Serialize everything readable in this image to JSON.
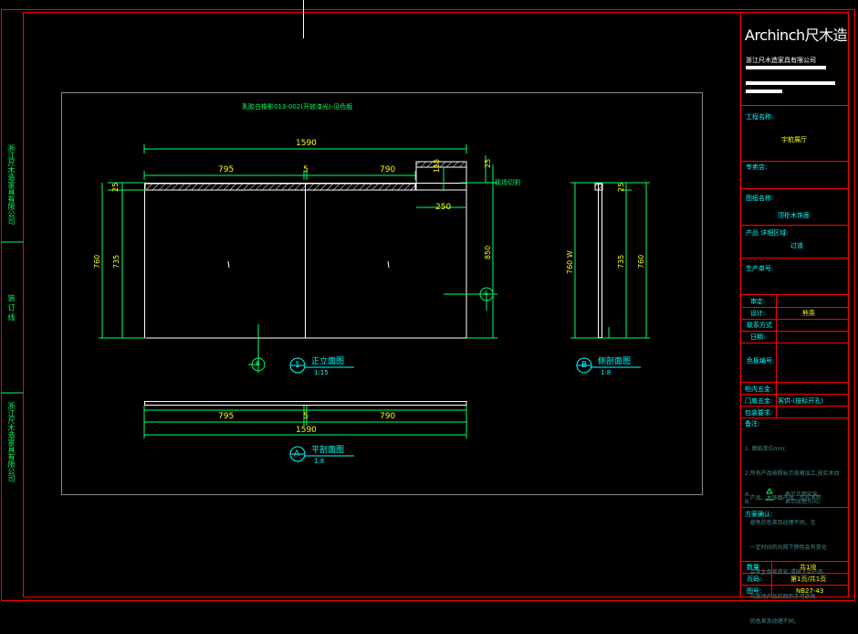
{
  "colors": {
    "background": "#000000",
    "frame": "#ff0000",
    "dimension": "#00ff66",
    "text_cyan": "#00ffff",
    "text_yellow": "#ffff00",
    "geometry": "#ffffff"
  },
  "title_block": {
    "brand": "Archinch尺木造",
    "company": "浙江尺木造家具有限公司",
    "project_name_label": "工程名称:",
    "project_name_value": "宇航展厅",
    "client_label": "专卖店:",
    "drawing_name_label": "图纸名称:",
    "drawing_name_value": "顶柜木饰面",
    "product_area_label": "产品 详细区域:",
    "product_area_value": "过道",
    "order_no_label": "生产单号:",
    "review_label": "审定:",
    "design_label": "设计:",
    "design_value": "熊英",
    "contact_label": "联系方式",
    "date_label": "日期:",
    "color_label": "色板编号:",
    "hardware_in_label": "柜内五金:",
    "door_hardware_label": "门扇五金:",
    "door_hardware_value": "客供-(按标开孔)",
    "packing_label": "包装要求:",
    "notes_label": "备注:",
    "notes": [
      "1. 图纸单位mm;",
      "2.所有产品按照标示规格加工,按实木纹",
      "   产品、木饰面产品、存在不可",
      "   避免的色差及纹理不同。在",
      "   一定时间的光照下颜色会有变化",
      "   会发生色差变化,请按下单产品",
      "   与现场产品的颜色不可避免",
      "   的色差及纹理不同。"
    ],
    "legend_a": "A.",
    "legend_a_text": "表示正面安装。",
    "legend_b": "B.",
    "legend_b_text": "表示纹理方向。",
    "confirm_label": "方案确认:",
    "quantity_label": "数量",
    "quantity_value": "共1块",
    "page_label": "页码:",
    "page_value": "第1页/共1页",
    "drawing_no_label": "图号:",
    "drawing_no_value": "NB27-43"
  },
  "left_margin": {
    "top_text": "浙江尺木造家具有限公司",
    "mid_text": "装 订 线",
    "bottom_text": "浙江尺木造家具有限公司"
  },
  "drawing": {
    "note": "乳胶白橡影013-002(开放漆光)-见色版",
    "front_view": {
      "overall_width": "1590",
      "left_width": "795",
      "gap": "5",
      "right_width": "790",
      "notch_depth": "25",
      "notch_height": "115",
      "notch_width": "250",
      "notch_label": "现场切割",
      "left_dim_top": "25",
      "left_dim_total": "760",
      "left_dim_main": "735",
      "right_dim": "850",
      "title_num": "1",
      "title": "正立面图",
      "scale": "1:15"
    },
    "side_view": {
      "dim_left": "760 W",
      "dim_top": "25",
      "dim_main": "735",
      "dim_total": "760",
      "title_num": "B",
      "title": "侧剖面图",
      "scale": "1:8"
    },
    "plan_view": {
      "left_width": "795",
      "gap": "5",
      "right_width": "790",
      "overall_width": "1590",
      "title_num": "A",
      "title": "平剖面图",
      "scale": "1:8"
    },
    "section_marker_a": "A",
    "section_marker_b": "B"
  }
}
